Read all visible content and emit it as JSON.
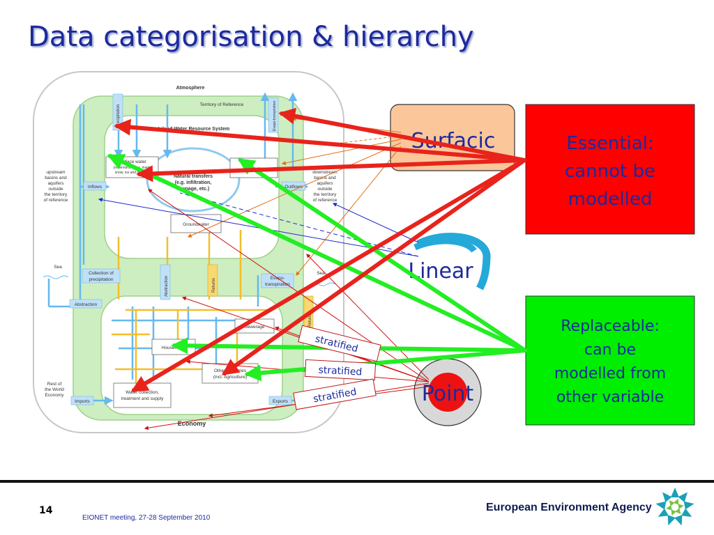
{
  "slide": {
    "title": "Data categorisation & hierarchy",
    "number": "14",
    "footer": "EIONET meeting, 27-28 September 2010",
    "agency": "European Environment Agency"
  },
  "categories": {
    "surfacic": "Surfacic",
    "linear": "Linear",
    "point": "Point",
    "essential": [
      "Essential:",
      "cannot be",
      "modelled"
    ],
    "replaceable": [
      "Replaceable:",
      "can be",
      "modelled from",
      "other variable"
    ]
  },
  "stratified_labels": [
    "stratified",
    "stratified",
    "stratified"
  ],
  "water_diagram": {
    "atmosphere": "Atmosphere",
    "territory": "Territory of Reference",
    "inland": "Inland Water Resource System",
    "economy": "Economy",
    "surface_water": [
      "Surface water",
      "(reservoirs, lakes, rivers,",
      "snow, ice and glaciers)"
    ],
    "soil_water": "Soil water",
    "natural_transfers": [
      "Natural transfers",
      "(e.g. infiltration,",
      "seepage, etc.)"
    ],
    "groundwater": "Groundwater",
    "upstream": [
      "upstream",
      "basins and",
      "aquifers",
      "outside",
      "the territory",
      "of reference"
    ],
    "downstream": [
      "downstream",
      "basins and",
      "aquifers",
      "outside",
      "the territory",
      "of reference"
    ],
    "inflows": "Inflows",
    "outflows": "Outflows",
    "precipitation": "Precipitation",
    "evapo_top": "Evapo-transpiration",
    "sea_left": "Sea",
    "sea_right": "Sea",
    "collection": [
      "Collection of",
      "precipitation"
    ],
    "abstraction_left": "Abstraction",
    "abstraction_mid": "Abstraction",
    "returns_mid": "Returns",
    "returns_right": "Returns",
    "evapo_mid": [
      "Evapo-",
      "transpiration"
    ],
    "sewerage": "Sewerage",
    "households": "Households",
    "other_industries": [
      "Other Industries",
      "(incl. Agriculture)"
    ],
    "water_collection": [
      "Water collection,",
      "treatment and supply"
    ],
    "rest_of_world": [
      "Rest of",
      "the World",
      "Economy"
    ],
    "imports": "Imports",
    "exports": "Exports"
  }
}
